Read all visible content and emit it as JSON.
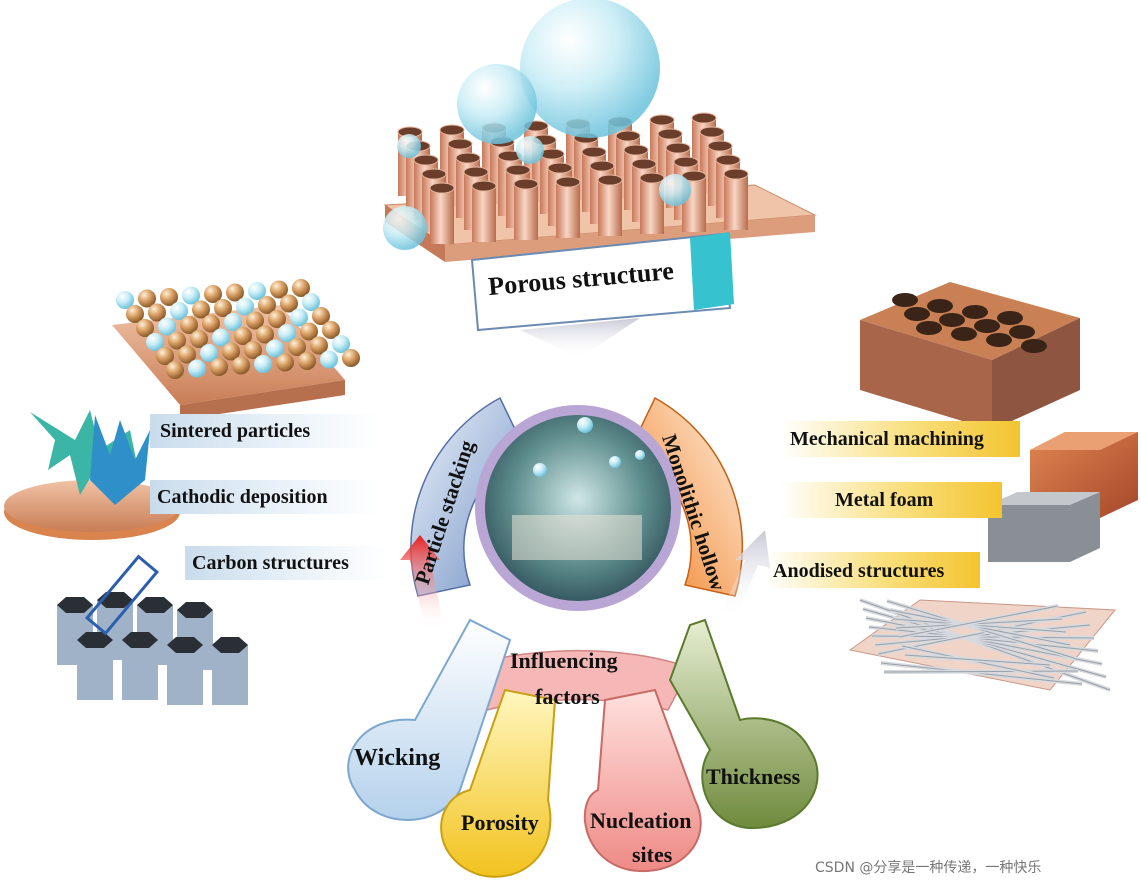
{
  "top_title": "Porous structure",
  "center_title_line1": "Influencing",
  "center_title_line2": "factors",
  "arc_left": "Particle stacking",
  "arc_right": "Monolithic hollow",
  "left_items": [
    "Sintered particles",
    "Cathodic deposition",
    "Carbon structures"
  ],
  "right_items": [
    "Mechanical machining",
    "Metal foam",
    "Anodised structures"
  ],
  "petals": {
    "wicking": "Wicking",
    "porosity": "Porosity",
    "nucleation_line1": "Nucleation",
    "nucleation_line2": "sites",
    "thickness": "Thickness"
  },
  "watermark": "CSDN @分享是一种传递，一种快乐",
  "colors": {
    "copper": "#d9956f",
    "teal": "#3ec8d0",
    "blue_band": "#c9dcec",
    "gold_band": "#f4c430",
    "wicking": "#bcd6ee",
    "porosity": "#f2c21e",
    "nucleation": "#ee8a86",
    "thickness": "#7f9a4a",
    "center_pink": "#f6b8b6",
    "arc_blue": "#6f8fc4",
    "arc_orange": "#f07d22"
  }
}
